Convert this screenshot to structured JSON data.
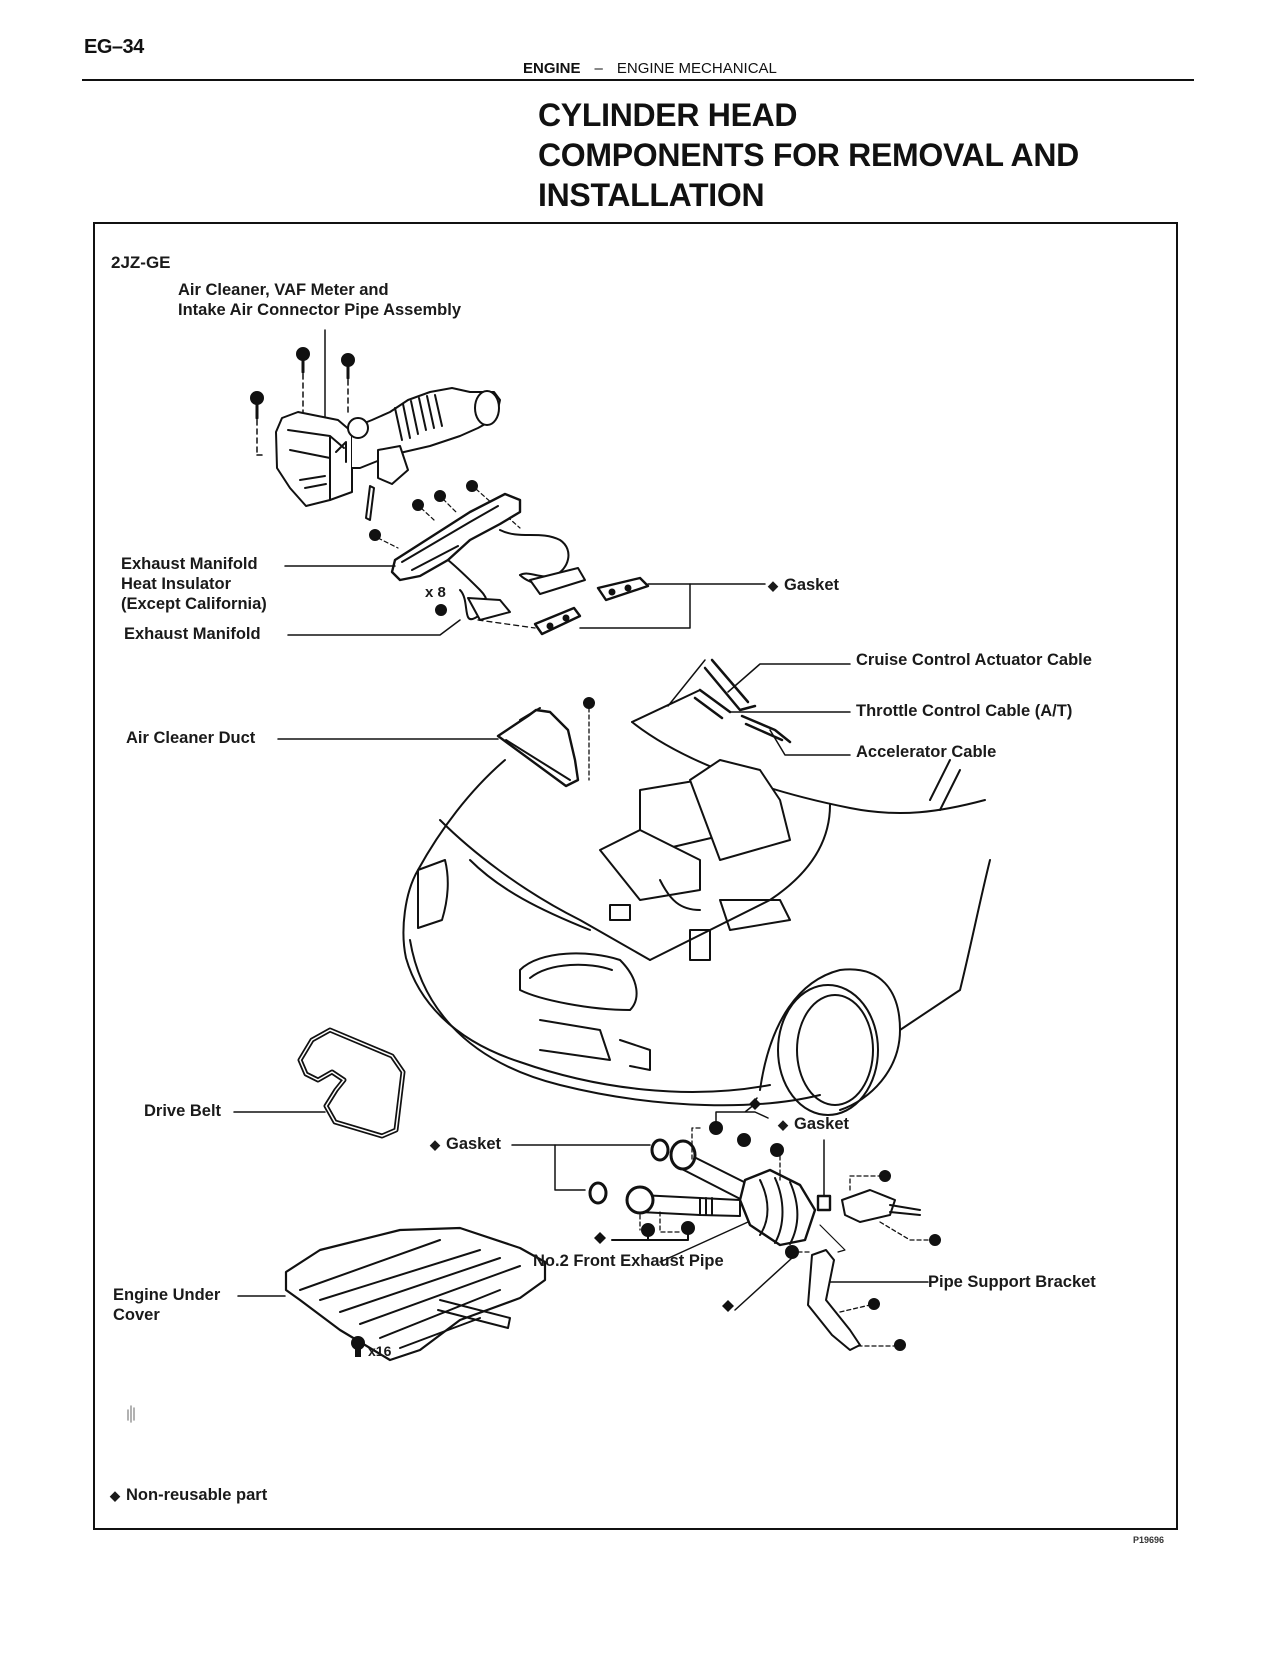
{
  "header": {
    "page_number": "EG–34",
    "section": "ENGINE",
    "separator": "–",
    "subsection": "ENGINE MECHANICAL"
  },
  "title": {
    "lines": [
      "CYLINDER HEAD",
      "COMPONENTS FOR REMOVAL AND",
      "INSTALLATION"
    ]
  },
  "figure": {
    "engine_code": "2JZ-GE",
    "labels": {
      "air_cleaner_line1": "Air Cleaner, VAF Meter and",
      "air_cleaner_line2": "Intake Air Connector Pipe Assembly",
      "heat_insulator_line1": "Exhaust Manifold",
      "heat_insulator_line2": "Heat Insulator",
      "heat_insulator_line3": "(Except California)",
      "exhaust_manifold": "Exhaust Manifold",
      "bolt_count_manifold": "x 8",
      "gasket_manifold": "Gasket",
      "cruise_cable": "Cruise Control Actuator Cable",
      "throttle_cable": "Throttle Control Cable (A/T)",
      "accelerator_cable": "Accelerator Cable",
      "air_cleaner_duct": "Air Cleaner Duct",
      "drive_belt": "Drive Belt",
      "gasket_front_left": "Gasket",
      "gasket_front_right": "Gasket",
      "front_exhaust_pipe": "No.2 Front Exhaust Pipe",
      "pipe_support_bracket": "Pipe Support Bracket",
      "under_cover_line1": "Engine Under",
      "under_cover_line2": "Cover",
      "bolt_count_under_cover": "x16"
    },
    "legend": {
      "symbol": "◆",
      "text": "Non-reusable part"
    },
    "figure_code": "P19696"
  }
}
